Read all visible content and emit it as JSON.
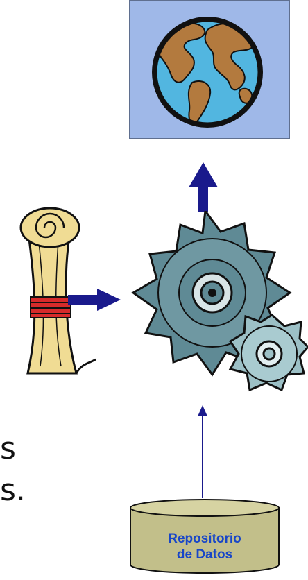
{
  "left_text": {
    "line1": "s",
    "line2": "s."
  },
  "database": {
    "label_line1": "Repositorio",
    "label_line2": "de Datos"
  },
  "colors": {
    "arrow": "#1a1a8c",
    "label": "#1846c8",
    "globe_box": "#9fb8e8",
    "gear": "#5f8a95",
    "scroll": "#f0dc94",
    "ribbon": "#d62b2b",
    "cylinder": "#c2bf8a"
  },
  "icons": {
    "globe": "globe-icon",
    "scroll": "scroll-icon",
    "gears": "gears-icon",
    "database": "database-icon"
  }
}
